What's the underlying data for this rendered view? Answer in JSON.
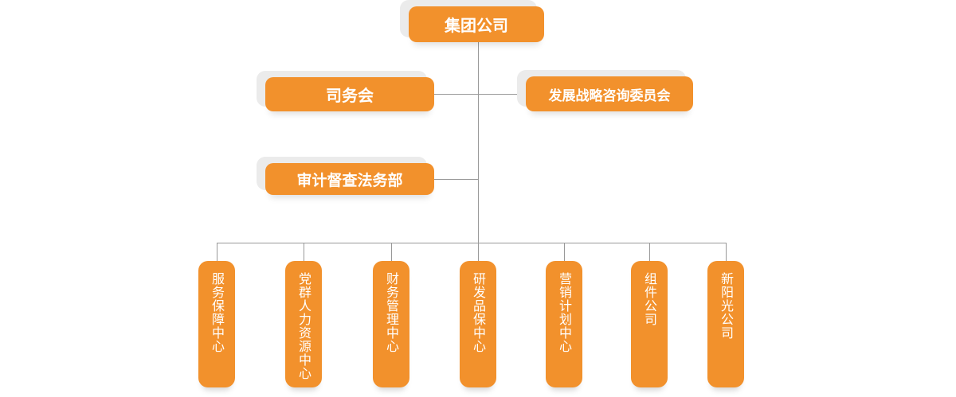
{
  "colors": {
    "node_fill": "#f2912c",
    "node_text": "#ffffff",
    "node_shadow": "#ebebeb",
    "connector_line": "#999999",
    "background": "#ffffff"
  },
  "org_chart": {
    "type": "organization-chart",
    "root": {
      "label": "集团公司"
    },
    "level2": [
      {
        "label": "司务会"
      },
      {
        "label": "发展战略咨询委员会"
      }
    ],
    "level3": [
      {
        "label": "审计督查法务部"
      }
    ],
    "departments": [
      {
        "label": "服务保障中心"
      },
      {
        "label": "党群人力资源中心"
      },
      {
        "label": "财务管理中心"
      },
      {
        "label": "研发品保中心"
      },
      {
        "label": "营销计划中心"
      },
      {
        "label": "组件公司"
      },
      {
        "label": "新阳光公司"
      }
    ]
  }
}
